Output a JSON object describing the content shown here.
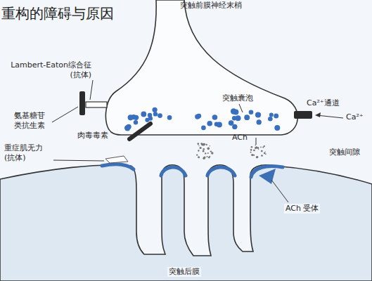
{
  "diagram": {
    "title": "重构的障碍与原因",
    "labels": [
      "突触前膜神经末梢",
      "Lambert-Eaton综合征 (抗体)",
      "突触囊泡",
      "Ca²⁺通道",
      "Ca²⁺",
      "氨基糖苷类抗生素",
      "肉毒毒素",
      "ACh",
      "突触间隙",
      "重症肌无力 (抗体)",
      "ACh 受体",
      "突触后膜"
    ]
  }
}
